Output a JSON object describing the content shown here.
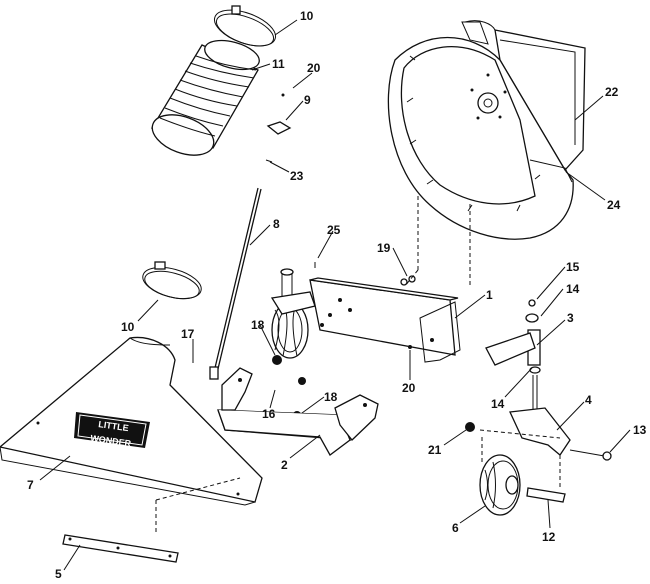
{
  "diagram": {
    "brand_logo": {
      "line1": "LITTLE",
      "line2": "WONDER"
    },
    "callouts": [
      {
        "id": "c10a",
        "label": "10"
      },
      {
        "id": "c11",
        "label": "11"
      },
      {
        "id": "c20a",
        "label": "20"
      },
      {
        "id": "c9",
        "label": "9"
      },
      {
        "id": "c23",
        "label": "23"
      },
      {
        "id": "c8",
        "label": "8"
      },
      {
        "id": "c25",
        "label": "25"
      },
      {
        "id": "c19",
        "label": "19"
      },
      {
        "id": "c22",
        "label": "22"
      },
      {
        "id": "c24",
        "label": "24"
      },
      {
        "id": "c15",
        "label": "15"
      },
      {
        "id": "c14a",
        "label": "14"
      },
      {
        "id": "c3",
        "label": "3"
      },
      {
        "id": "c1",
        "label": "1"
      },
      {
        "id": "c10b",
        "label": "10"
      },
      {
        "id": "c17",
        "label": "17"
      },
      {
        "id": "c18a",
        "label": "18"
      },
      {
        "id": "c20b",
        "label": "20"
      },
      {
        "id": "c14b",
        "label": "14"
      },
      {
        "id": "c4",
        "label": "4"
      },
      {
        "id": "c13",
        "label": "13"
      },
      {
        "id": "c16",
        "label": "16"
      },
      {
        "id": "c18b",
        "label": "18"
      },
      {
        "id": "c21",
        "label": "21"
      },
      {
        "id": "c7",
        "label": "7"
      },
      {
        "id": "c2",
        "label": "2"
      },
      {
        "id": "c6",
        "label": "6"
      },
      {
        "id": "c12",
        "label": "12"
      },
      {
        "id": "c5",
        "label": "5"
      }
    ]
  }
}
